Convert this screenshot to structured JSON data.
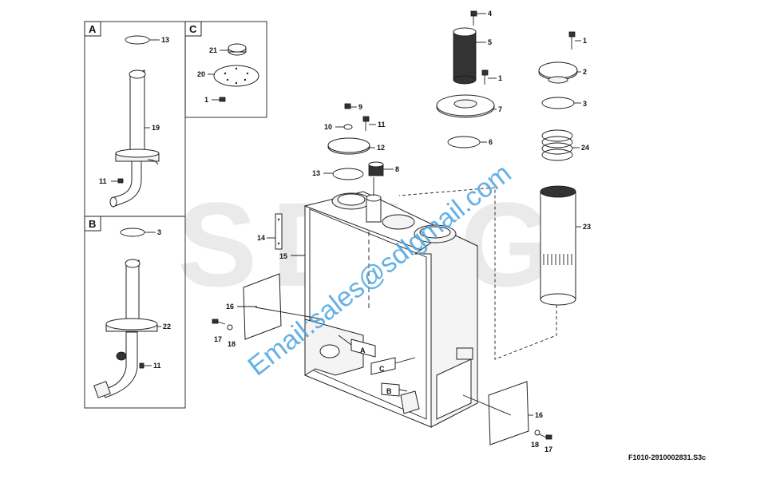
{
  "panels": [
    {
      "letter": "A",
      "callouts": [
        "13",
        "19",
        "11"
      ]
    },
    {
      "letter": "B",
      "callouts": [
        "3",
        "22",
        "11"
      ]
    },
    {
      "letter": "C",
      "callouts": [
        "21",
        "20",
        "1"
      ]
    }
  ],
  "main_callouts": {
    "c4": "4",
    "c5": "5",
    "c1a": "1",
    "c7": "7",
    "c6": "6",
    "c1b": "1",
    "c2": "2",
    "c3": "3",
    "c24": "24",
    "c23": "23",
    "c9": "9",
    "c10": "10",
    "c11": "11",
    "c12": "12",
    "c13": "13",
    "c8": "8",
    "c14": "14",
    "c15": "15",
    "c16a": "16",
    "c17a": "17",
    "c18a": "18",
    "c16b": "16",
    "c18b": "18",
    "c17b": "17"
  },
  "view_refs": {
    "a": "A",
    "c": "C",
    "b": "B"
  },
  "drawing_code": "F1010-2910002831.S3c",
  "watermark": {
    "email": "Email:sales@sdlgmail.com",
    "logo": "SDLG"
  }
}
